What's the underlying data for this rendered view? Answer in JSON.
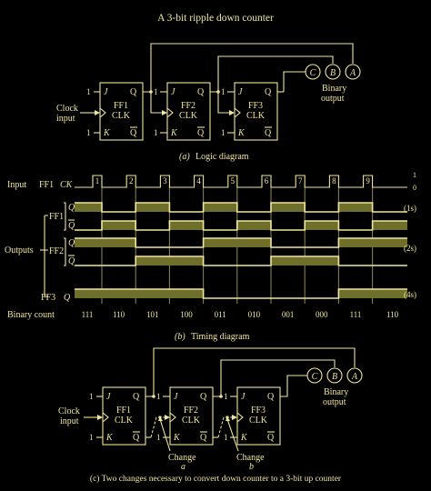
{
  "title": "A 3-bit ripple down counter",
  "part_a": {
    "caption_letter": "(a)",
    "caption_text": "Logic diagram",
    "clock_label_1": "Clock",
    "clock_label_2": "input",
    "ff": [
      {
        "name": "FF1",
        "clk": "CLK",
        "j": "J",
        "k": "K",
        "q": "Q",
        "qbar": "Q"
      },
      {
        "name": "FF2",
        "clk": "CLK",
        "j": "J",
        "k": "K",
        "q": "Q",
        "qbar": "Q"
      },
      {
        "name": "FF3",
        "clk": "CLK",
        "j": "J",
        "k": "K",
        "q": "Q",
        "qbar": "Q"
      }
    ],
    "one": "1",
    "outputs": [
      "C",
      "B",
      "A"
    ],
    "binary_label_1": "Binary",
    "binary_label_2": "output"
  },
  "part_b": {
    "caption_letter": "(b)",
    "caption_text": "Timing diagram",
    "input_label": "Input",
    "ff1_label": "FF1",
    "ck_label": "CK",
    "level_high": "1",
    "level_low": "0",
    "outputs_label": "Outputs",
    "q_label": "Q",
    "qbar_label": "Q",
    "row_groups": [
      "FF1",
      "FF2",
      "FF3"
    ],
    "pulse_numbers": [
      "1",
      "2",
      "3",
      "4",
      "5",
      "6",
      "7",
      "8",
      "9"
    ],
    "weights": [
      "(1s)",
      "(2s)",
      "(4s)"
    ],
    "binary_count_label": "Binary count",
    "counts": [
      "111",
      "110",
      "101",
      "100",
      "011",
      "010",
      "001",
      "000",
      "111",
      "110"
    ]
  },
  "part_c": {
    "caption": "(c)  Two changes necessary to convert down counter to a 3-bit up counter",
    "clock_label_1": "Clock",
    "clock_label_2": "input",
    "change_label": "Change",
    "change_a": "a",
    "change_b": "b"
  }
}
